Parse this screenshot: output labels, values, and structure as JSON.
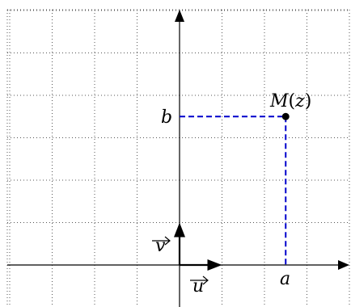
{
  "colors": {
    "background": "#ffffff",
    "grid": "#555555",
    "axis": "#000000",
    "projection": "#0000cc",
    "point": "#000000"
  },
  "labels": {
    "point_name": "M",
    "point_open": "(",
    "point_arg": "z",
    "point_close": ")",
    "x_coord": "a",
    "y_coord": "b",
    "vector_u": "u",
    "vector_v": "v"
  },
  "point": {
    "x": 2.5,
    "y": 3.5
  },
  "grid": {
    "x_min": -4,
    "x_max": 4,
    "y_min": -1,
    "y_max": 6,
    "step": 1
  }
}
